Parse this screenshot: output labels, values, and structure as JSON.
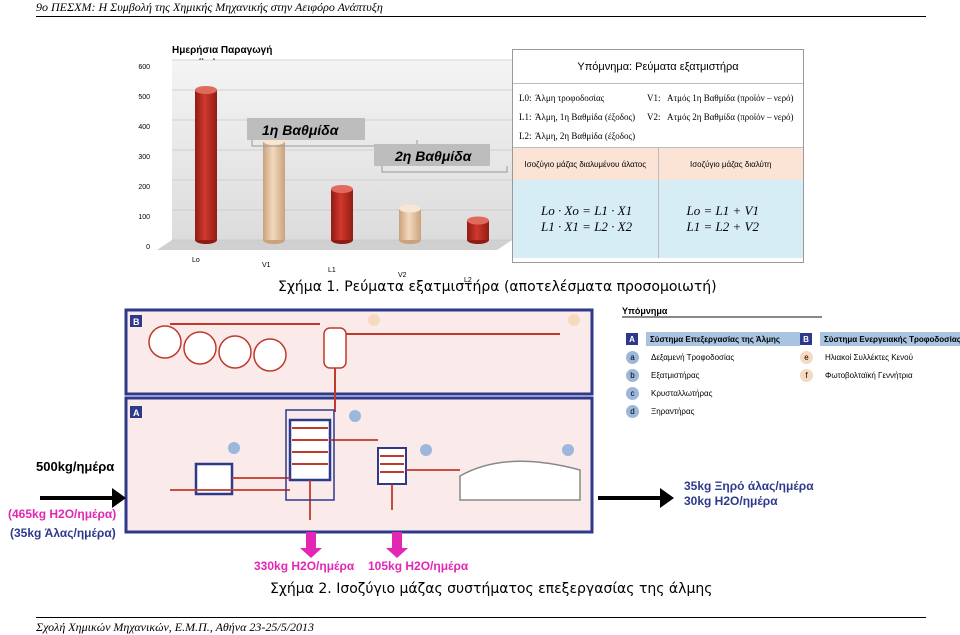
{
  "header": "9ο ΠΕΣΧΜ: Η Συμβολή της Χημικής Μηχανικής στην Αειφόρο Ανάπτυξη",
  "footer": "Σχολή Χημικών Μηχανικών, Ε.Μ.Π., Αθήνα 23-25/5/2013",
  "figure1": {
    "caption": "Σχήμα 1.  Ρεύματα εξατμιστήρα (αποτελέσματα προσομοιωτή)",
    "legend_title": "Υπόμνημα: Ρεύματα εξατμιστήρα",
    "legend_rows": [
      [
        "L0:",
        "Άλμη τροφοδοσίας",
        "V1:",
        "Ατμός 1η Βαθμίδα (προϊόν – νερό)"
      ],
      [
        "L1:",
        "Άλμη, 1η Βαθμίδα (έξοδος)",
        "V2:",
        "Ατμός 2η Βαθμίδα (προϊόν – νερό)"
      ],
      [
        "L2:",
        "Άλμη, 2η Βαθμίδα (έξοδος)",
        "",
        ""
      ]
    ],
    "balance_left": "Ισοζύγιο μάζας διαλυμένου άλατος",
    "balance_right": "Ισοζύγιο μάζας διαλύτη",
    "eq_left_1": "Lo · Xo = L1 · X1",
    "eq_left_2": "L1 · X1 = L2 · X2",
    "eq_right_1": "Lo = L1 + V1",
    "eq_right_2": "L1 = L2 + V2",
    "stage1_label": "1η Βαθμίδα",
    "stage2_label": "2η Βαθμίδα"
  },
  "chart_data": {
    "type": "bar",
    "title": "Ημερήσια Παραγωγή (kg)",
    "categories": [
      "Lo",
      "V1",
      "L1",
      "V2",
      "L2"
    ],
    "values": [
      500,
      330,
      170,
      105,
      65
    ],
    "ylim": [
      0,
      600
    ],
    "yticks": [
      0,
      100,
      200,
      300,
      400,
      500,
      600
    ],
    "colors": [
      "#c0392b",
      "#e8c9a8",
      "#c0392b",
      "#e8c9a8",
      "#c0392b"
    ]
  },
  "figure2": {
    "caption": "Σχήμα 2.  Ισοζύγιο μάζας συστήματος επεξεργασίας της άλμης",
    "legend_title": "Υπόμνημα",
    "system_A": "Σύστημα Επεξεργασίας της Άλμης",
    "system_B": "Σύστημα Ενεργειακής Τροφοδοσίας",
    "items_A": [
      {
        "k": "a",
        "v": "Δεξαμενή Τροφοδοσίας"
      },
      {
        "k": "b",
        "v": "Εξατμιστήρας"
      },
      {
        "k": "c",
        "v": "Κρυσταλλωτήρας"
      },
      {
        "k": "d",
        "v": "Ξηραντήρας"
      }
    ],
    "items_B": [
      {
        "k": "e",
        "v": "Ηλιακοί Συλλέκτες Κενού"
      },
      {
        "k": "f",
        "v": "Φωτοβολταϊκή Γεννήτρια"
      }
    ],
    "input_main": "500kg/ημέρα",
    "input_water": "(465kg H2O/ημέρα)",
    "input_salt": "(35kg Άλας/ημέρα)",
    "out_1": "330kg H2O/ημέρα",
    "out_2": "105kg H2O/ημέρα",
    "product_salt": "35kg Ξηρό άλας/ημέρα",
    "product_water": "30kg H2O/ημέρα",
    "box_A": "A",
    "box_B": "B"
  }
}
